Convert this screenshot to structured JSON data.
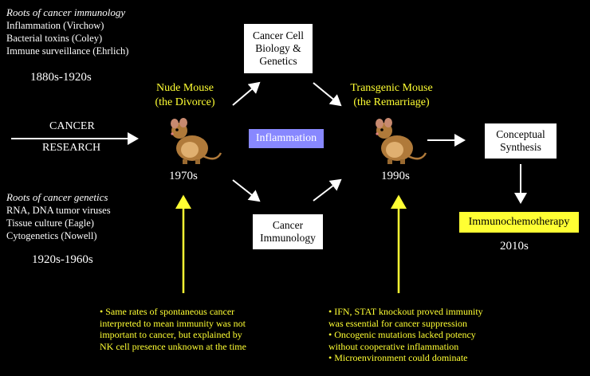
{
  "cancer_immunology_roots": {
    "title": "Roots of cancer immunology",
    "items": [
      "Inflammation (Virchow)",
      "Bacterial toxins (Coley)",
      "Immune surveillance (Ehrlich)"
    ],
    "era": "1880s-1920s"
  },
  "cancer_genetics_roots": {
    "title": "Roots of cancer genetics",
    "items": [
      "RNA, DNA tumor viruses",
      "Tissue culture (Eagle)",
      "Cytogenetics (Nowell)"
    ],
    "era": "1920s-1960s"
  },
  "cancer_research": {
    "line1": "CANCER",
    "line2": "RESEARCH"
  },
  "nude_mouse": {
    "line1": "Nude Mouse",
    "line2": "(the Divorce)",
    "era": "1970s"
  },
  "transgenic_mouse": {
    "line1": "Transgenic Mouse",
    "line2": "(the Remarriage)",
    "era": "1990s"
  },
  "cancer_cell_box": {
    "line1": "Cancer Cell",
    "line2": "Biology &",
    "line3": "Genetics"
  },
  "inflammation_box": {
    "label": "Inflammation"
  },
  "cancer_immunology_box": {
    "line1": "Cancer",
    "line2": "Immunology"
  },
  "conceptual_box": {
    "line1": "Conceptual",
    "line2": "Synthesis"
  },
  "immunochemo_box": {
    "label": "Immunochemotherapy",
    "era": "2010s"
  },
  "note_left": [
    "• Same rates of spontaneous cancer",
    "interpreted to mean immunity was not",
    "important to cancer, but explained by",
    "NK cell presence unknown at the time"
  ],
  "note_right": [
    "• IFN, STAT knockout proved immunity",
    "was essential for cancer suppression",
    "• Oncogenic mutations lacked potency",
    "without cooperative inflammation",
    "• Microenvironment could dominate"
  ],
  "colors": {
    "background": "#000000",
    "highlight_text": "#ffff33",
    "inflammation_box": "#8888ff",
    "immunochemo_box": "#ffff33",
    "arrow": "#ffffff",
    "yellow_arrow": "#ffff33"
  },
  "icons": {
    "mouse_left": "mouse-icon",
    "mouse_right": "mouse-icon"
  }
}
